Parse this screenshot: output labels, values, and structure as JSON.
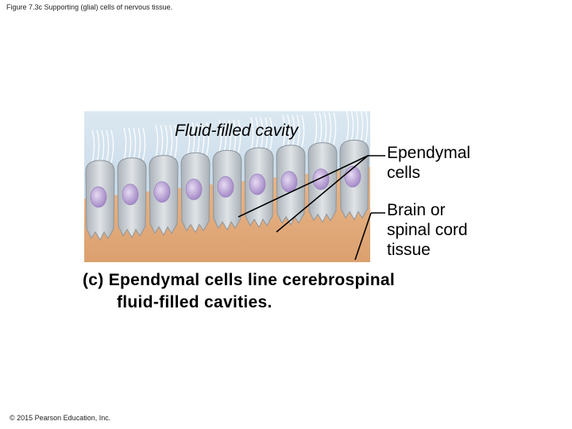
{
  "header": {
    "figure_title": "Figure 7.3c Supporting (glial) cells of nervous tissue."
  },
  "labels": {
    "cavity": "Fluid-filled cavity",
    "ependymal_line1": "Ependymal",
    "ependymal_line2": "cells",
    "brain_line1": "Brain or",
    "brain_line2": "spinal cord",
    "brain_line3": "tissue"
  },
  "caption": {
    "line1": "(c) Ependymal cells line cerebrospinal",
    "line2": "fluid-filled cavities."
  },
  "footer": {
    "copyright": "© 2015 Pearson Education, Inc."
  },
  "colors": {
    "cavity_fluid": "#c9dcea",
    "cell_body": "#c6ccd1",
    "nucleus": "#b9a3d6",
    "tissue": "#e2aa78",
    "cilia": "#ffffff"
  }
}
